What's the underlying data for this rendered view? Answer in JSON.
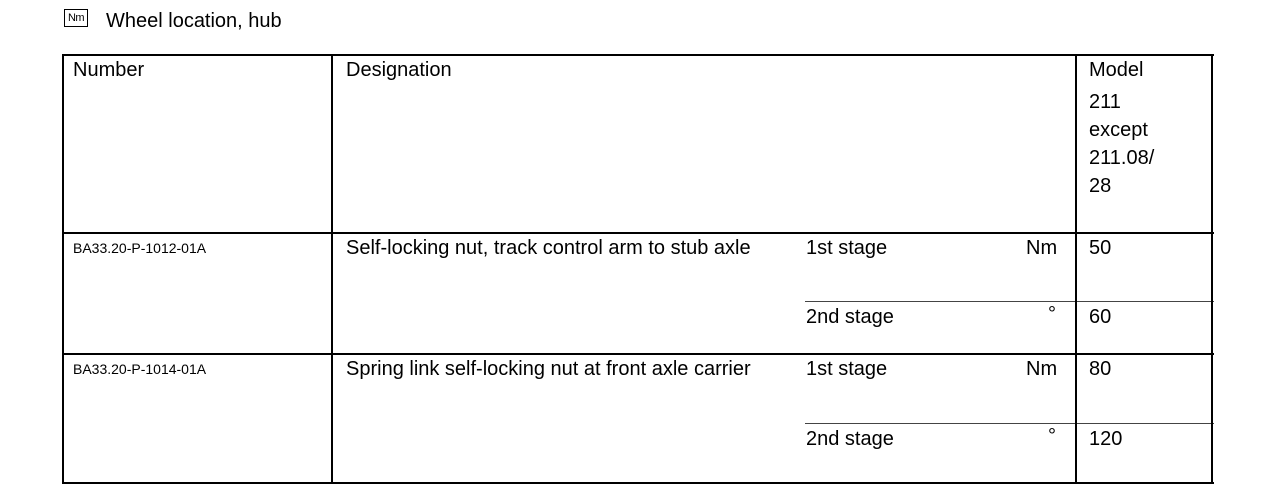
{
  "header": {
    "icon_label": "Nm",
    "title": "Wheel location, hub"
  },
  "table": {
    "columns": {
      "number": "Number",
      "designation": "Designation",
      "model": "Model"
    },
    "model_detail": [
      "211",
      "except",
      "211.08/",
      "28"
    ],
    "rows": [
      {
        "number": "BA33.20-P-1012-01A",
        "designation": "Self-locking nut, track control arm to stub axle",
        "stages": [
          {
            "stage": "1st stage",
            "unit": "Nm",
            "value": "50"
          },
          {
            "stage": "2nd stage",
            "unit": "°",
            "value": "60"
          }
        ]
      },
      {
        "number": "BA33.20-P-1014-01A",
        "designation": "Spring link self-locking nut at front axle carrier",
        "stages": [
          {
            "stage": "1st stage",
            "unit": "Nm",
            "value": "80"
          },
          {
            "stage": "2nd stage",
            "unit": "°",
            "value": "120"
          }
        ]
      }
    ]
  }
}
